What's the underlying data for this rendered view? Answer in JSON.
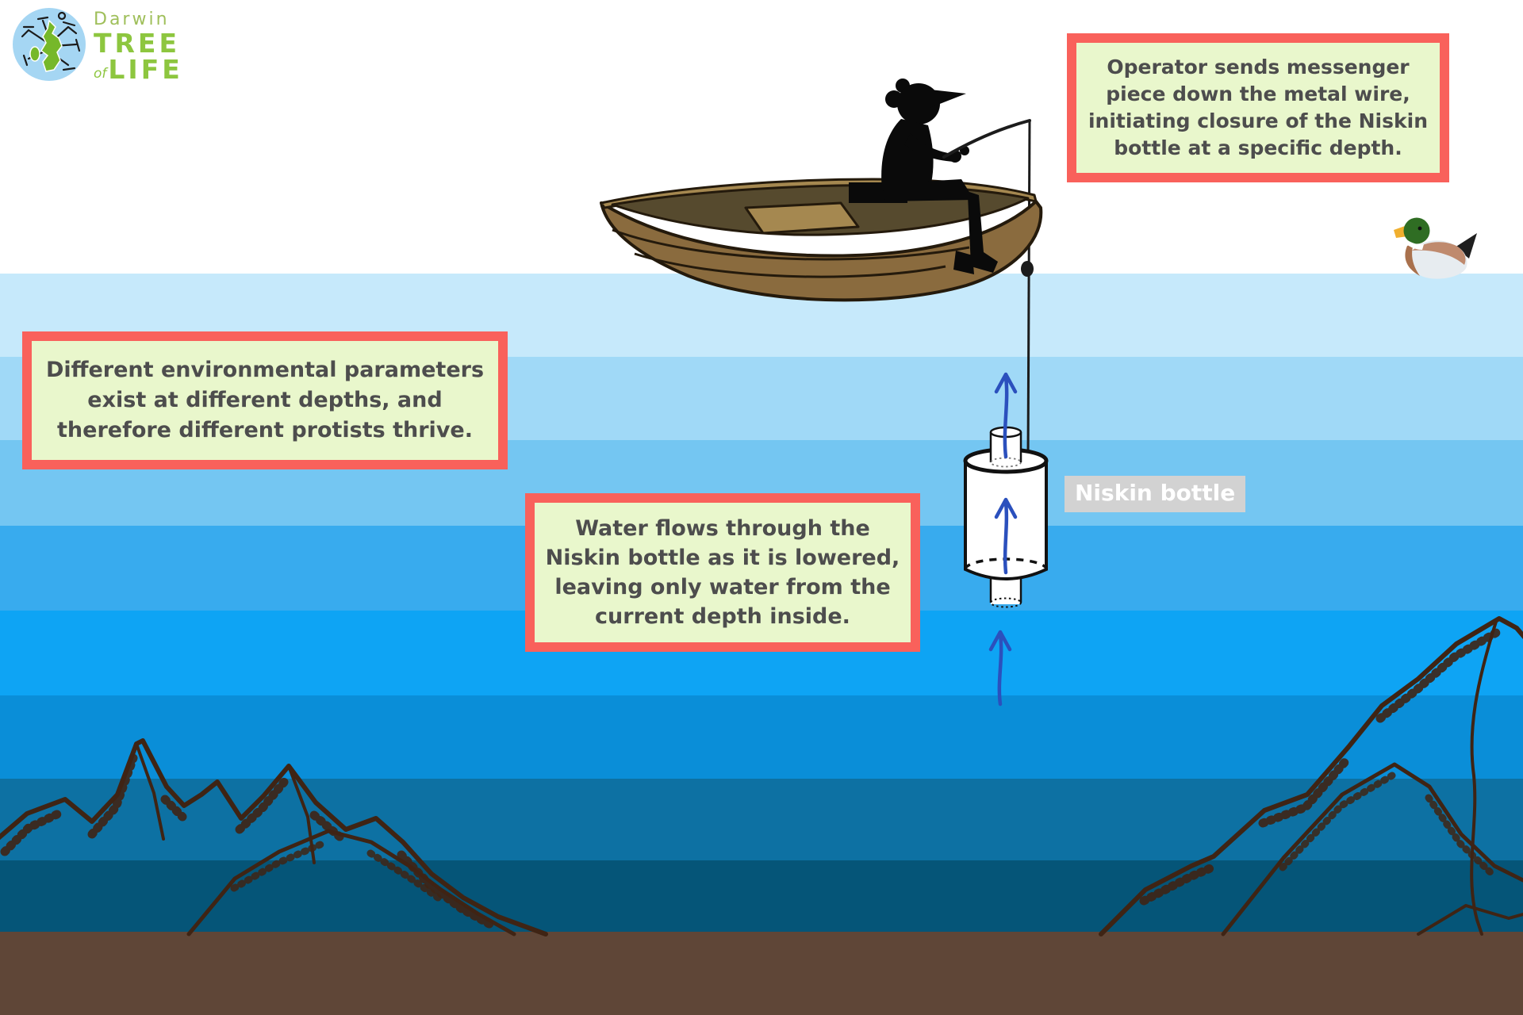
{
  "logo": {
    "darwin": "Darwin",
    "tree": "TREE",
    "of": "of",
    "life": "LIFE"
  },
  "callouts": {
    "operator": {
      "text": "Operator sends messenger piece down the metal wire, initiating closure of the Niskin bottle at a specific depth.",
      "lines": [
        "Operator sends messenger",
        "piece down the metal wire,",
        "initiating closure of the Niskin",
        "bottle at a specific depth."
      ]
    },
    "parameters": {
      "text": "Different environmental parameters exist at different depths, and therefore different protists thrive.",
      "lines": [
        "Different environmental parameters",
        "exist at different depths, and",
        "therefore different protists thrive."
      ]
    },
    "water_flow": {
      "text": "Water flows through the Niskin bottle as it is lowered, leaving only water from the current depth inside.",
      "lines": [
        "Water flows through the",
        "Niskin bottle as it is lowered,",
        "leaving only water from the",
        "current depth inside."
      ]
    }
  },
  "labels": {
    "niskin_bottle": "Niskin bottle"
  },
  "water": {
    "band_colors": [
      "#c6e9fb",
      "#a0d9f7",
      "#74c6f2",
      "#38abee",
      "#0ea4f4",
      "#0a8ed8",
      "#0d71a3",
      "#055578"
    ],
    "seafloor_color": "#5f4637"
  },
  "palette": {
    "callout_border": "#f9615b",
    "callout_bg": "#e9f7cc",
    "callout_text": "#4d4d4d",
    "label_bg": "#d2d2d2",
    "label_text": "#ffffff",
    "arrow_blue": "#2b50bd",
    "mountain_brown": "#3f2414",
    "boat_brown": "#8a6b3e",
    "boat_rim": "#a58850",
    "boat_interior": "#564a2e",
    "boat_outline": "#241a0c",
    "wire_black": "#1c1c1c",
    "logo_green": "#8dc63f",
    "logo_light_green": "#9fbf5a",
    "logo_circle_blue": "#a5d6f3",
    "logo_map_green": "#76b82a",
    "duck_head_green": "#2f6d23",
    "duck_bill_yellow": "#f0af2e",
    "duck_back_brown": "#bf8a6e",
    "duck_breast_brown": "#a9714d",
    "duck_belly_white": "#e7ecf0"
  },
  "illustrations": {
    "logo_mark": "darwin-tree-of-life-globe",
    "boat": "rowboat",
    "person": "fisher-silhouette",
    "rod": "fishing-rod",
    "wire": "metal-wire",
    "messenger": "messenger-weight",
    "duck": "mallard-duck",
    "bottle": "niskin-bottle-cylinder",
    "arrows": "upward-flow-arrow",
    "mountains": "underwater-mountains",
    "seafloor": "seafloor"
  }
}
